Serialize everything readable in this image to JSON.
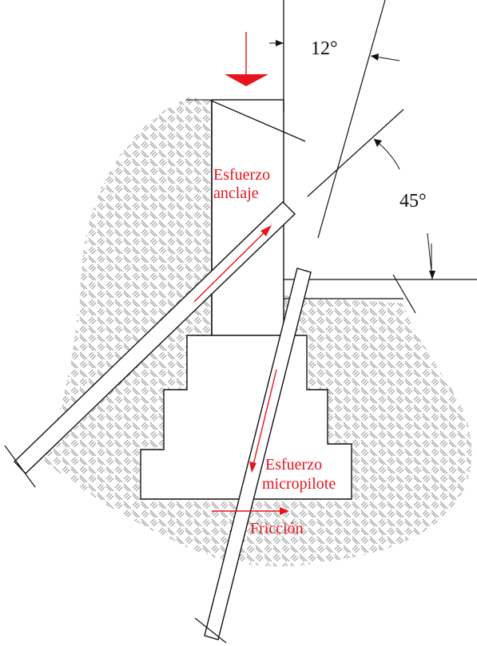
{
  "labels": {
    "angle_top": "12°",
    "angle_right": "45°",
    "anchor_stress_line1": "Esfuerzo",
    "anchor_stress_line2": "anclaje",
    "pile_stress_line1": "Esfuerzo",
    "pile_stress_line2": "micropilote",
    "friction": "Fricción"
  },
  "colors": {
    "annotation_red": "#e8141c",
    "line": "#111111",
    "soil_hatch": "#9a9a9a",
    "background": "#ffffff"
  },
  "icons": {
    "load_arrow": "down-arrow-icon"
  }
}
